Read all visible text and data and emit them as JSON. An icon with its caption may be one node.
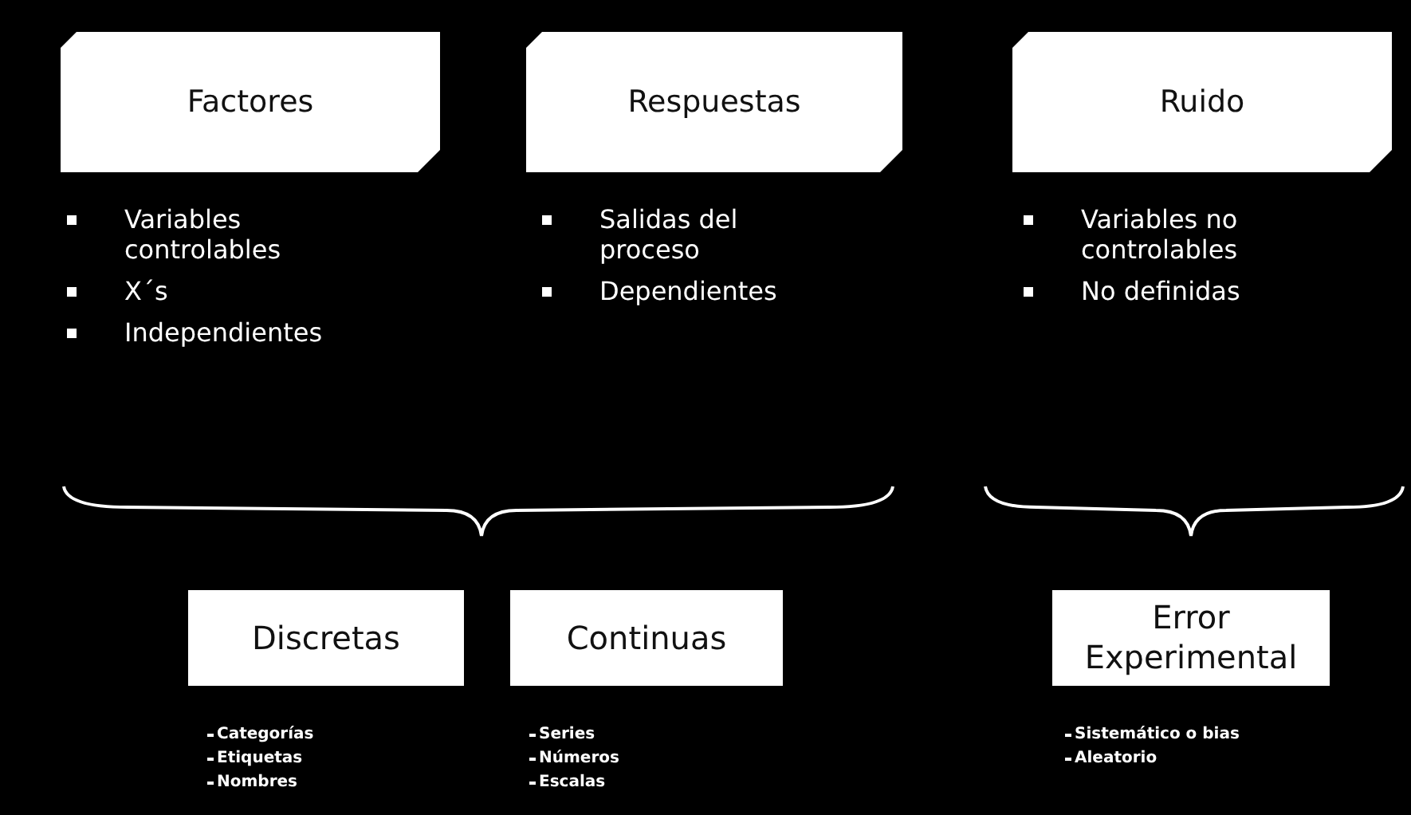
{
  "diagram": {
    "nodes": [
      {
        "text": [
          "Factores"
        ],
        "beside": [
          "Variables controlables",
          "X´s",
          "Independientes"
        ]
      },
      {
        "text": [
          "Respuestas"
        ],
        "beside": [
          "Salidas del proceso",
          "Dependientes"
        ]
      },
      {
        "text": [
          "Ruido"
        ],
        "beside": [
          "Variables no controlables",
          "No definidas"
        ]
      },
      {
        "text": [
          "Discretas"
        ],
        "beside": [
          "Categorías",
          "Etiquetas",
          "Nombres"
        ]
      },
      {
        "text": [
          "Continuas"
        ],
        "beside": [
          "Series",
          "Números",
          "Escalas"
        ]
      },
      {
        "text": [
          "Error Experimental"
        ],
        "beside": [
          "Sistemático o bias",
          "Aleatorio"
        ]
      }
    ],
    "edges": []
  }
}
